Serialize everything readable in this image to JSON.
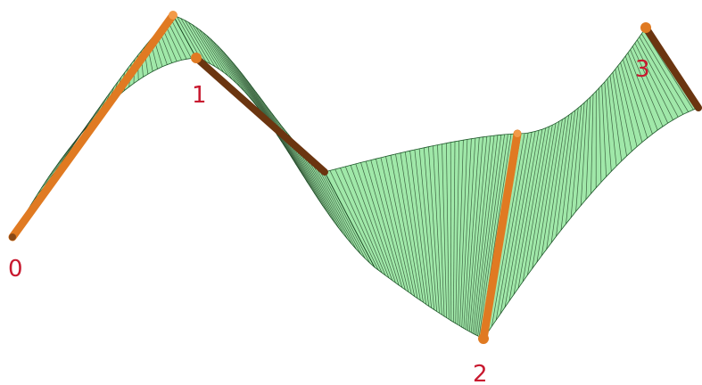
{
  "diagram": {
    "labels": [
      "0",
      "1",
      "2",
      "3"
    ],
    "colors": {
      "surface_fill": "#8fe49a",
      "surface_edge": "#1d5a2a",
      "ruling_line": "#1f3a22",
      "rod_orange": "#e07a22",
      "rod_dark": "#6b3510",
      "label": "#c8192f",
      "background": "#ffffff"
    }
  }
}
